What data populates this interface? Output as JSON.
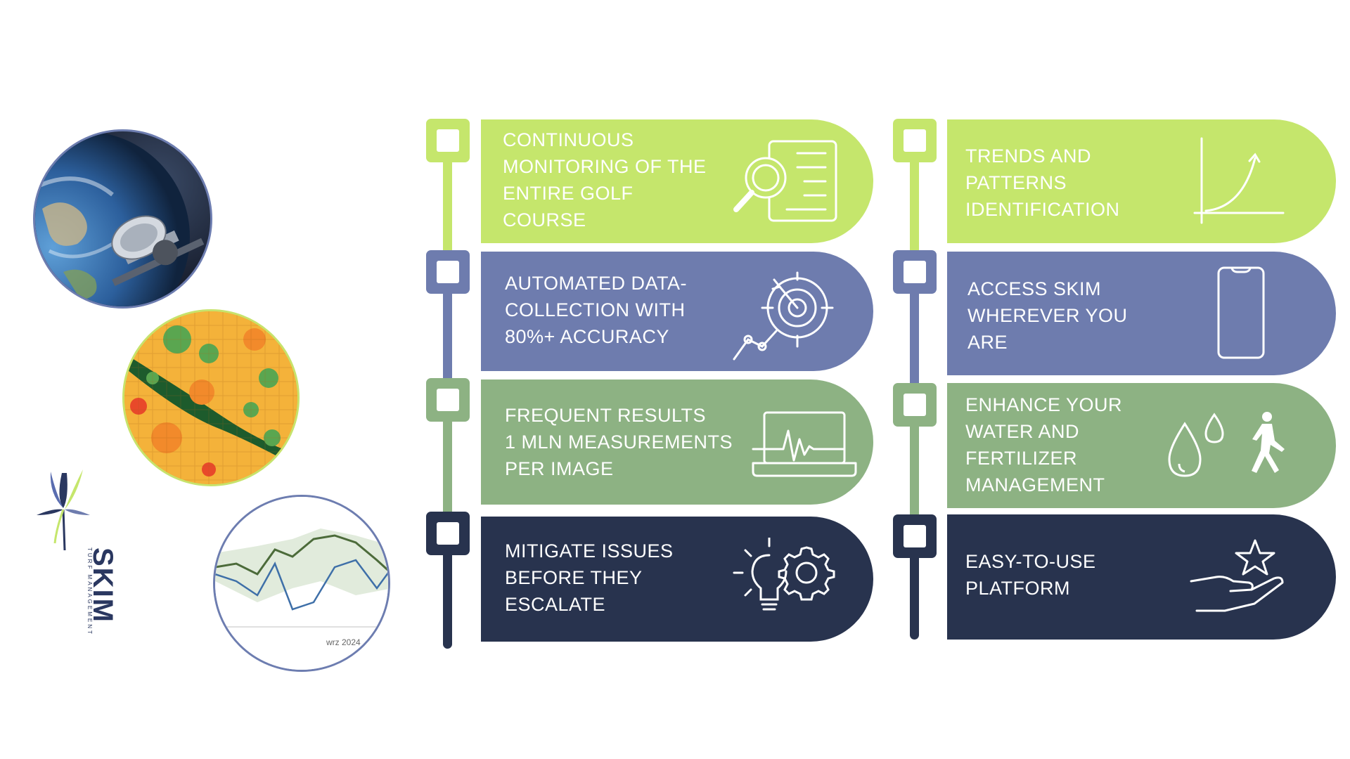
{
  "logo": {
    "brand": "SKIM",
    "tagline": "TURF MANAGEMENT"
  },
  "left_images": {
    "satellite": {
      "icon": "satellite-over-earth-image"
    },
    "heatmap": {
      "icon": "hexagon-heatmap-image"
    },
    "chart": {
      "icon": "line-chart-image",
      "caption": "wrz 2024"
    }
  },
  "colors": {
    "green": "#c5e66c",
    "blue": "#6e7cae",
    "sage": "#8db283",
    "navy": "#28334e"
  },
  "left_features": [
    {
      "lines": [
        "CONTINUOUS",
        "MONITORING OF THE",
        "ENTIRE GOLF",
        "COURSE"
      ],
      "icon": "magnifier-document-icon",
      "color": "green"
    },
    {
      "lines": [
        "AUTOMATED DATA-",
        "COLLECTION WITH",
        "80%+ ACCURACY"
      ],
      "icon": "target-analytics-icon",
      "color": "blue"
    },
    {
      "lines": [
        "FREQUENT RESULTS",
        "1 MLN MEASUREMENTS",
        "PER IMAGE"
      ],
      "icon": "laptop-pulse-icon",
      "color": "sage"
    },
    {
      "lines": [
        "MITIGATE ISSUES",
        "BEFORE THEY",
        "ESCALATE"
      ],
      "icon": "lightbulb-gear-icon",
      "color": "navy"
    }
  ],
  "right_features": [
    {
      "lines": [
        "TRENDS AND",
        "PATTERNS",
        "IDENTIFICATION"
      ],
      "icon": "growth-curve-icon",
      "color": "green"
    },
    {
      "lines": [
        "ACCESS SKIM",
        "WHEREVER YOU",
        "ARE"
      ],
      "icon": "smartphone-icon",
      "color": "blue"
    },
    {
      "lines": [
        "ENHANCE YOUR",
        "WATER AND",
        "FERTILIZER",
        "MANAGEMENT"
      ],
      "icon": "water-drops-walker-icon",
      "color": "sage"
    },
    {
      "lines": [
        "EASY-TO-USE",
        "PLATFORM"
      ],
      "icon": "hand-star-icon",
      "color": "navy"
    }
  ]
}
